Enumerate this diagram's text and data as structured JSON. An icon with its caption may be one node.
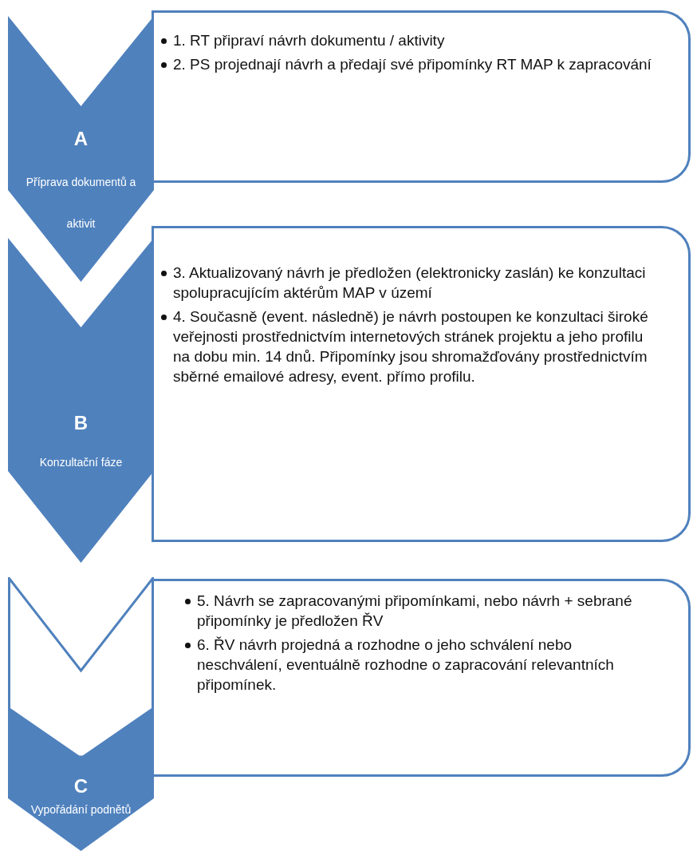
{
  "diagram": {
    "nodes": [
      {
        "text": [
          "A",
          "Příprava dokumentů a aktivit"
        ]
      },
      {
        "text": [
          "1. RT připraví návrh dokumentu / aktivity",
          "2. PS projednají návrh a předají své připomínky RT MAP k zapracování"
        ]
      },
      {
        "text": [
          "B",
          "Konzultační fáze"
        ]
      },
      {
        "text": [
          "3. Aktualizovaný návrh je předložen (elektronicky zaslán) ke konzultaci spolupracujícím aktérům MAP v území",
          "4. Současně (event. následně) je návrh postoupen ke konzultaci široké veřejnosti prostřednictvím internetových stránek projektu a jeho profilu na dobu min. 14 dnů. Připomínky jsou shromažďovány prostřednictvím sběrné emailové adresy, event. přímo profilu."
        ]
      },
      {
        "text": [
          "C",
          "Vypořádání podnětů"
        ]
      },
      {
        "text": [
          "5. Návrh se zapracovanými připomínkami, nebo návrh + sebrané připomínky je předložen ŘV",
          "6. ŘV návrh projedná a rozhodne o jeho schválení nebo neschválení, eventuálně rozhodne o zapracování relevantních připomínek."
        ]
      }
    ]
  }
}
